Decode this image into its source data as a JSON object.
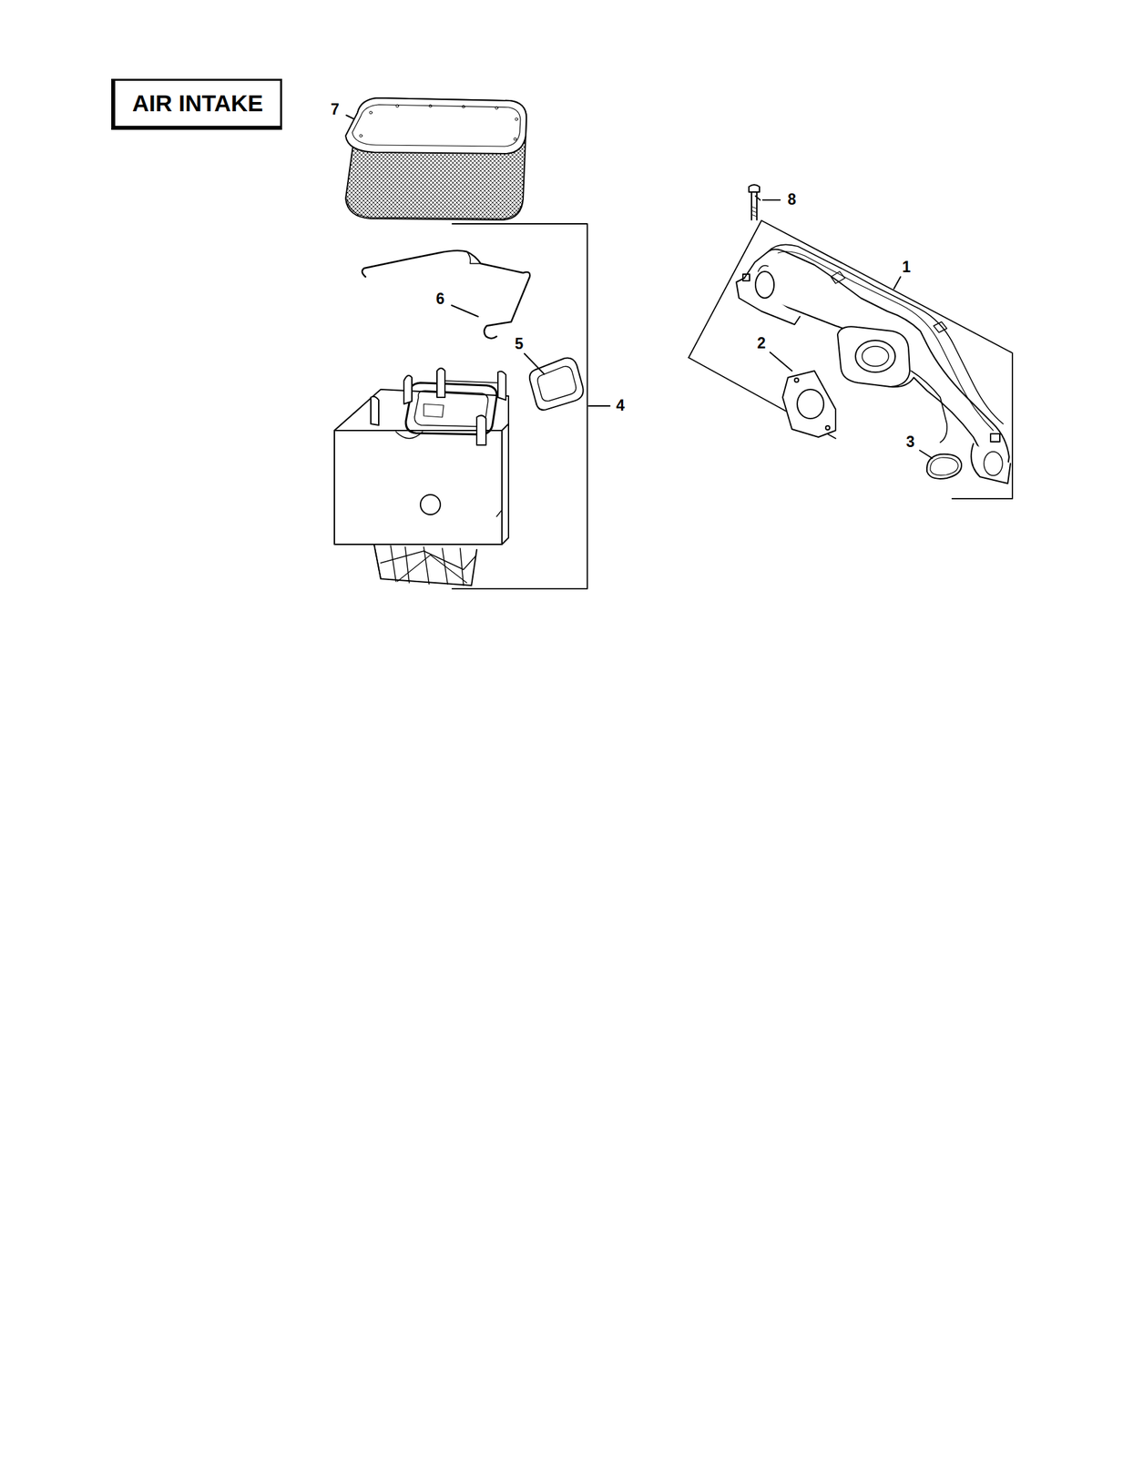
{
  "diagram": {
    "title": "AIR INTAKE",
    "labels": [
      "7",
      "8",
      "1",
      "6",
      "5",
      "2",
      "4",
      "3"
    ]
  }
}
